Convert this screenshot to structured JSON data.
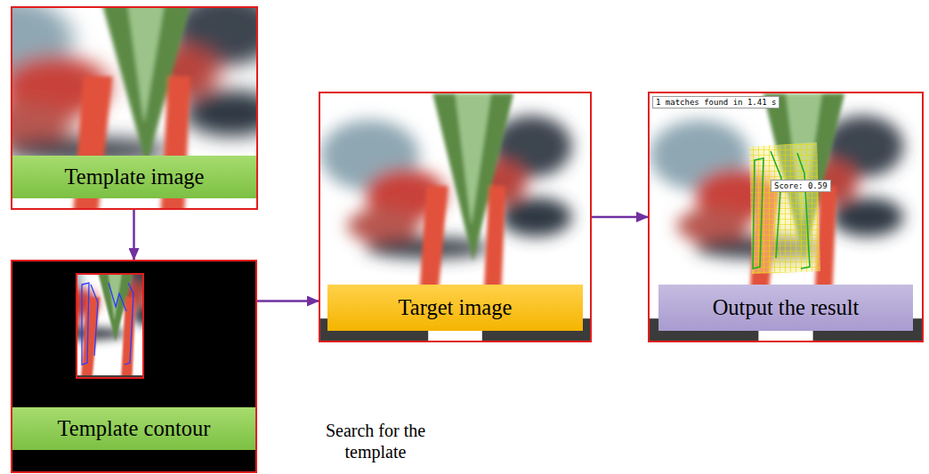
{
  "diagram": {
    "nodes": [
      {
        "text": [
          "Template image"
        ]
      },
      {
        "text": [
          "Template contour"
        ]
      },
      {
        "text": [
          "Target image"
        ]
      },
      {
        "text": [
          "Output the result"
        ]
      }
    ],
    "edges": [
      {
        "from": 0,
        "to": 1,
        "arrow": "to"
      },
      {
        "from": 1,
        "to": 2,
        "label": "Search for the template",
        "arrow": "to"
      },
      {
        "from": 2,
        "to": 3,
        "arrow": "to"
      }
    ],
    "labels": [
      "1 matches found in 1.41 s",
      "Score: 0.59"
    ]
  }
}
